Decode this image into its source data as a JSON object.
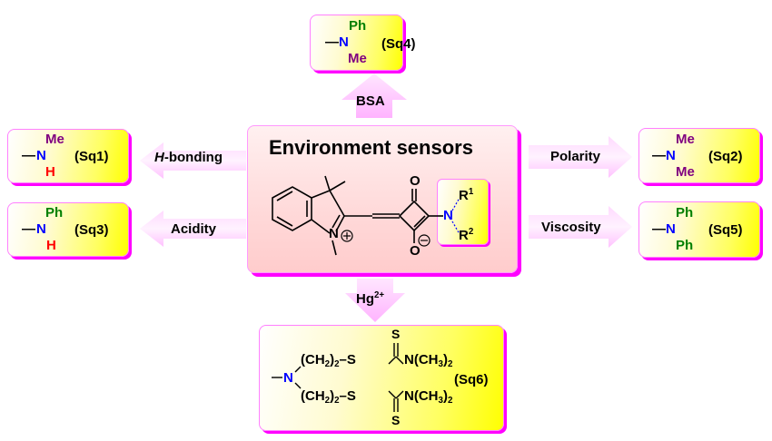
{
  "center": {
    "title": "Environment sensors",
    "structure": {
      "n_plus": "N",
      "plus_symbol": "+",
      "minus_symbol": "−",
      "oxygen_top": "O",
      "oxygen_bottom": "O",
      "amine_n": "N",
      "r1": "R",
      "r1_sup": "1",
      "r2": "R",
      "r2_sup": "2"
    }
  },
  "arrows": {
    "top": "BSA",
    "left_upper_italic": "H",
    "left_upper_rest": "-bonding",
    "left_lower": "Acidity",
    "right_upper": "Polarity",
    "right_lower": "Viscosity",
    "bottom_main": "Hg",
    "bottom_sup": "2+"
  },
  "probes": {
    "sq4": {
      "label": "(Sq4)",
      "n": "N",
      "upper": "Ph",
      "lower": "Me"
    },
    "sq1": {
      "label": "(Sq1)",
      "n": "N",
      "upper": "Me",
      "lower": "H"
    },
    "sq3": {
      "label": "(Sq3)",
      "n": "N",
      "upper": "Ph",
      "lower": "H"
    },
    "sq2": {
      "label": "(Sq2)",
      "n": "N",
      "upper": "Me",
      "lower": "Me"
    },
    "sq5": {
      "label": "(Sq5)",
      "n": "N",
      "upper": "Ph",
      "lower": "Ph"
    },
    "sq6": {
      "label": "(Sq6)",
      "n": "N",
      "chain_upper": "(CH",
      "chain_sub": "2",
      "chain_close": ")",
      "chain_mult": "2",
      "s_link": "–S",
      "thio_s": "S",
      "amine": "N(CH",
      "amine_sub": "3",
      "amine_close": ")",
      "amine_mult": "2"
    }
  },
  "colors": {
    "nitrogen": "#0000ff",
    "methyl": "#800080",
    "phenyl": "#008000",
    "hydrogen": "#ff0000",
    "shadow": "#ff00ff",
    "arrow_fill": "#ffccff"
  }
}
